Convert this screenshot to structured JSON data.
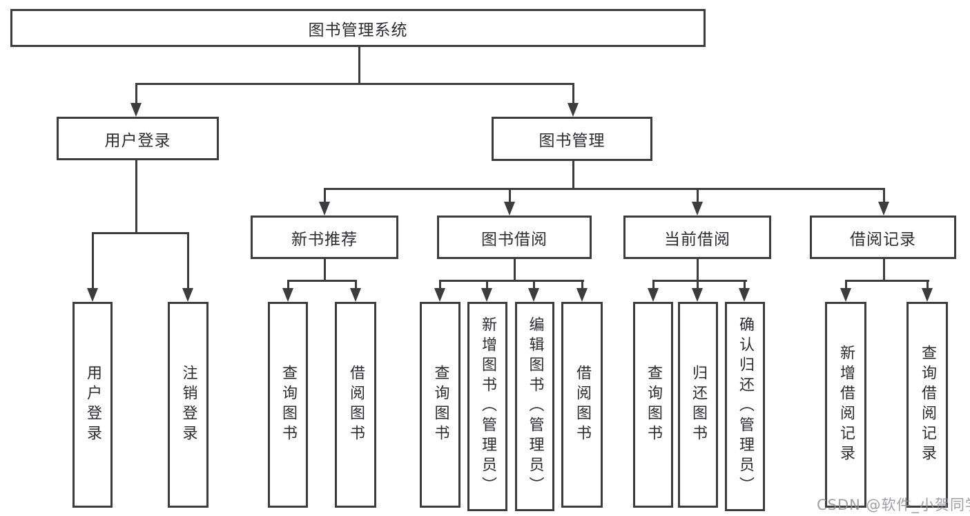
{
  "tree": {
    "root": {
      "label": "图书管理系统"
    },
    "branches": [
      {
        "label": "用户登录",
        "children": [
          "用户登录",
          "注销登录"
        ]
      },
      {
        "label": "图书管理",
        "modules": [
          {
            "label": "新书推荐",
            "children": [
              "查询图书",
              "借阅图书"
            ]
          },
          {
            "label": "图书借阅",
            "children": [
              "查询图书",
              "新增图书（管理员）",
              "编辑图书（管理员）",
              "借阅图书"
            ]
          },
          {
            "label": "当前借阅",
            "children": [
              "查询图书",
              "归还图书",
              "确认归还（管理员）"
            ]
          },
          {
            "label": "借阅记录",
            "children": [
              "新增借阅记录",
              "查询借阅记录"
            ]
          }
        ]
      }
    ]
  },
  "watermark": {
    "text": "CSDN @软件_小贺同学"
  },
  "colors": {
    "line": "#3c3c3e",
    "text": "#2c2c2e",
    "watermark": "#8e8e92",
    "background": "#ffffff"
  }
}
